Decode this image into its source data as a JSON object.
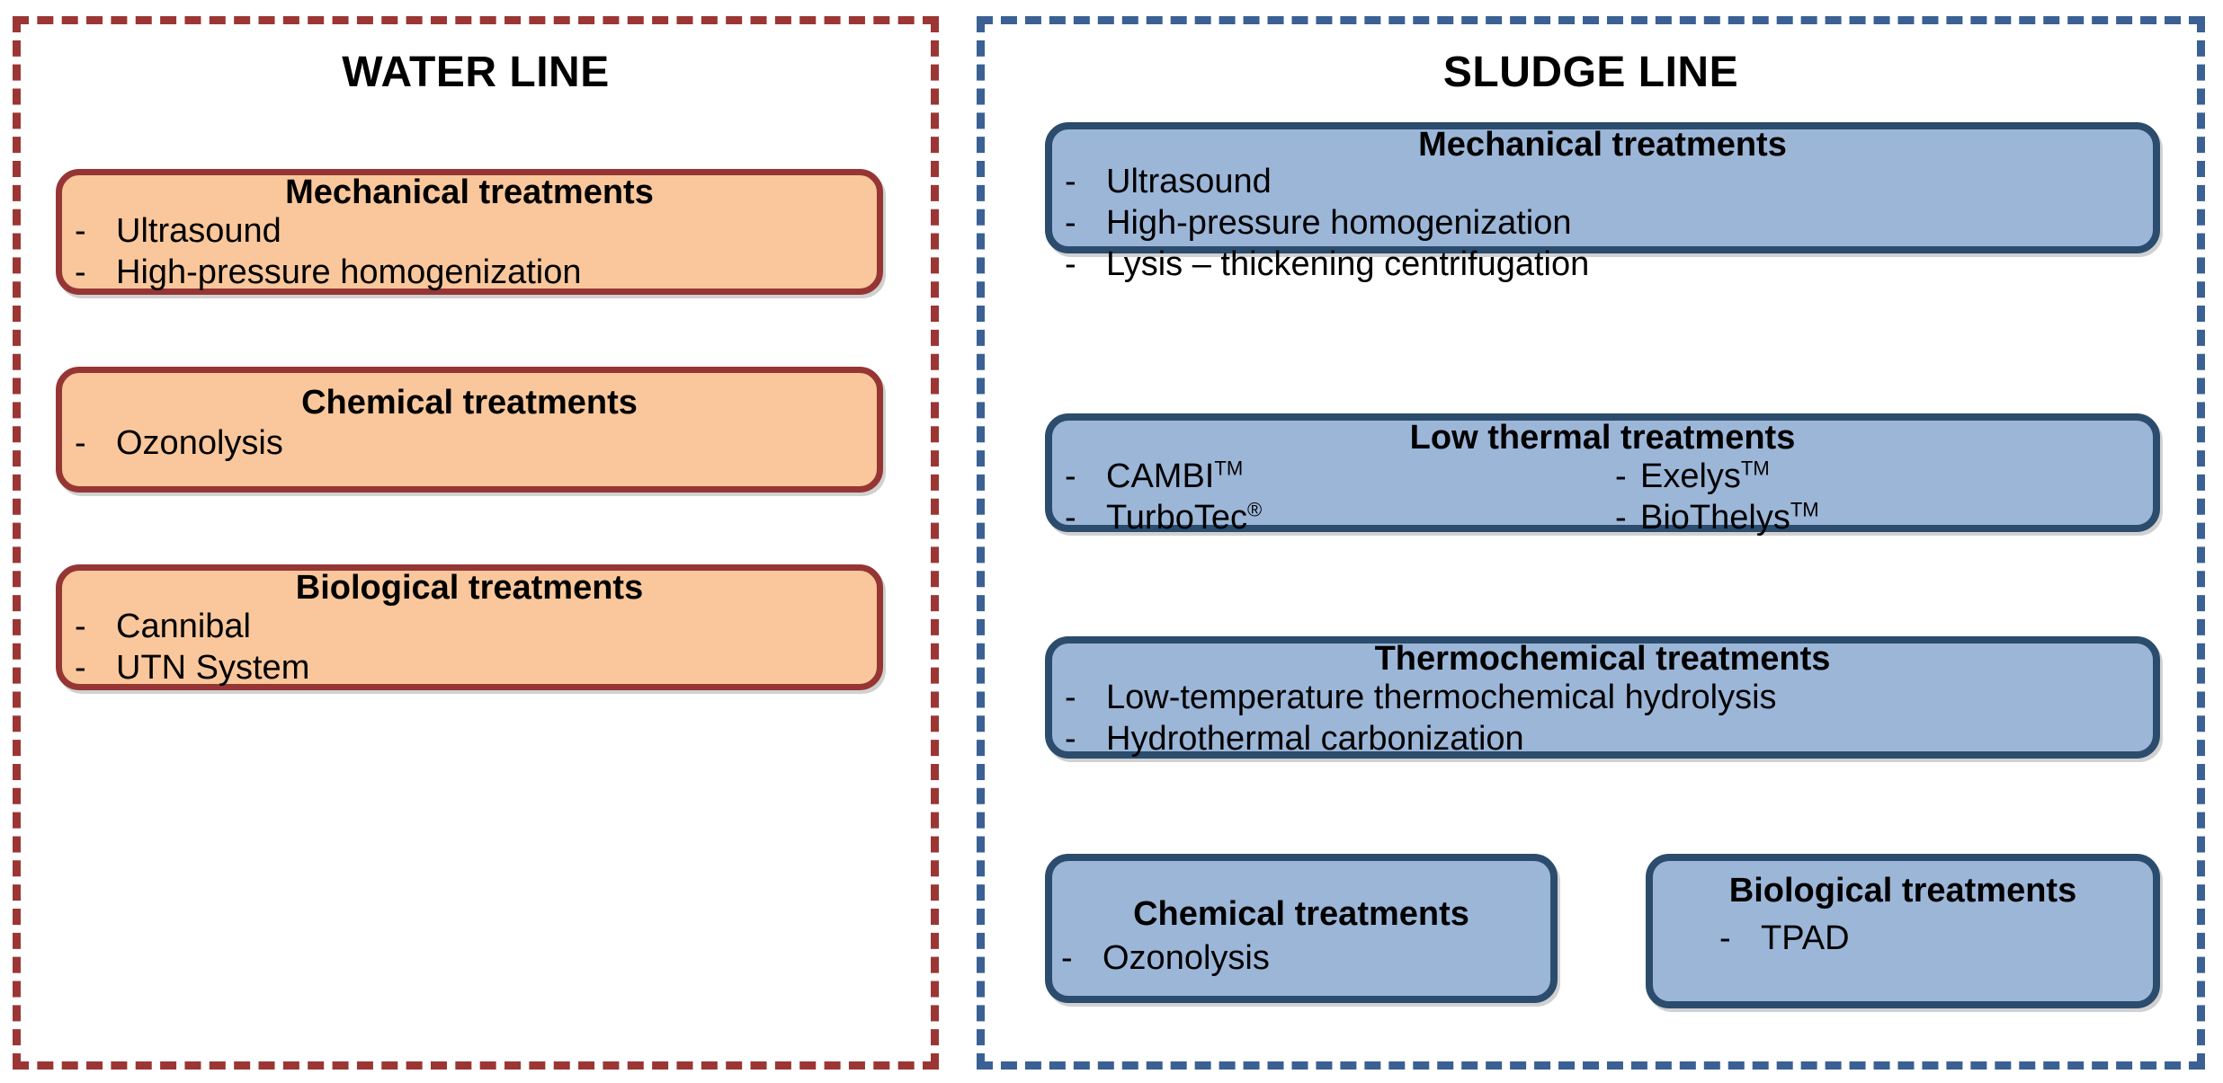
{
  "diagram": {
    "colors": {
      "water_border": "#9B3634",
      "water_box_fill": "#F9C79B",
      "water_box_border": "#963634",
      "sludge_border": "#3B6094",
      "sludge_box_fill": "#9CB6D8",
      "sludge_box_border": "#2C4C6E",
      "text": "#000000",
      "background": "#FFFFFF"
    }
  },
  "water_line": {
    "title": "WATER LINE",
    "boxes": [
      {
        "title": "Mechanical treatments",
        "items": [
          {
            "dash": "-",
            "text": "Ultrasound"
          },
          {
            "dash": "-",
            "text": "High-pressure homogenization"
          }
        ]
      },
      {
        "title": "Chemical treatments",
        "items": [
          {
            "dash": "-",
            "text": "Ozonolysis"
          }
        ]
      },
      {
        "title": "Biological treatments",
        "items": [
          {
            "dash": "-",
            "text": "Cannibal"
          },
          {
            "dash": "-",
            "text": "UTN System"
          }
        ]
      }
    ]
  },
  "sludge_line": {
    "title": "SLUDGE LINE",
    "boxes": [
      {
        "title": "Mechanical treatments",
        "items": [
          {
            "dash": "-",
            "text": "Ultrasound"
          },
          {
            "dash": "-",
            "text": "High-pressure homogenization"
          },
          {
            "dash": "-",
            "text": "Lysis – thickening centrifugation"
          }
        ]
      },
      {
        "title": "Low thermal treatments",
        "columns": {
          "left": [
            {
              "dash": "-",
              "text": "CAMBI",
              "sup": "TM"
            },
            {
              "dash": "-",
              "text": "TurboTec",
              "sup": "®"
            }
          ],
          "right": [
            {
              "dash": "-",
              "text": "Exelys",
              "sup": "TM"
            },
            {
              "dash": "-",
              "text": "BioThelys",
              "sup": "TM"
            }
          ]
        }
      },
      {
        "title": "Thermochemical treatments",
        "items": [
          {
            "dash": "-",
            "text": "Low-temperature thermochemical hydrolysis"
          },
          {
            "dash": "-",
            "text": "Hydrothermal carbonization"
          }
        ]
      },
      {
        "title": "Chemical treatments",
        "items": [
          {
            "dash": "-",
            "text": "Ozonolysis"
          }
        ]
      },
      {
        "title": "Biological treatments",
        "items": [
          {
            "dash": "-",
            "text": "TPAD"
          }
        ]
      }
    ]
  }
}
